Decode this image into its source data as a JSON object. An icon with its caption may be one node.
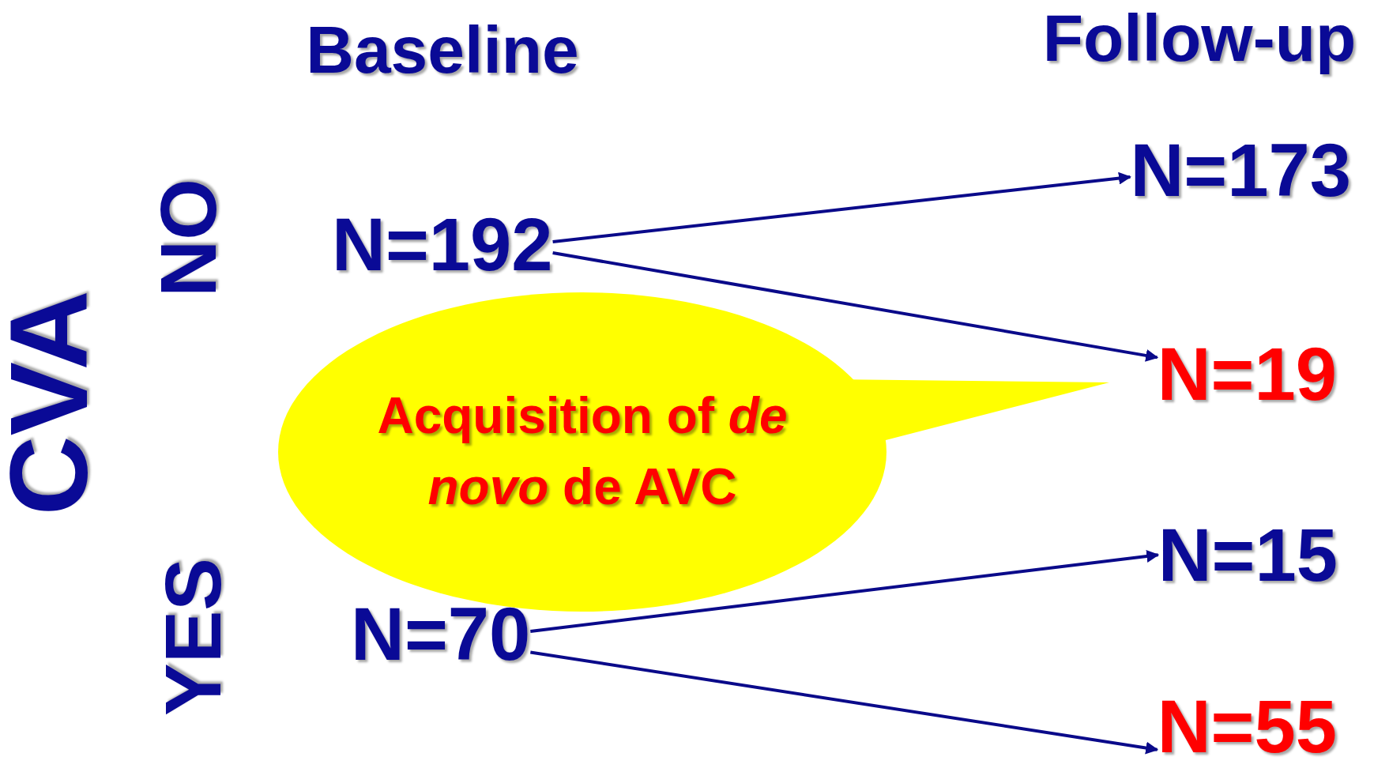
{
  "diagram": {
    "nodes": [
      {
        "text": [
          "N=173"
        ]
      },
      {
        "text": [
          "N=192"
        ]
      },
      {
        "text": [
          "Acquisition of *de novo* de AVC"
        ]
      },
      {
        "text": [
          "N=19"
        ]
      },
      {
        "text": [
          "N=15"
        ]
      },
      {
        "text": [
          "N=70"
        ]
      },
      {
        "text": [
          "N=55"
        ]
      }
    ],
    "edges": [
      {
        "from": 1,
        "to": 0,
        "arrow": "to"
      },
      {
        "from": 1,
        "to": 3,
        "arrow": "to"
      },
      {
        "from": 5,
        "to": 4,
        "arrow": "to"
      },
      {
        "from": 5,
        "to": 6,
        "arrow": "to"
      }
    ],
    "labels": [
      "Baseline",
      "Follow-up",
      "CVA",
      "NO",
      "YES"
    ]
  }
}
